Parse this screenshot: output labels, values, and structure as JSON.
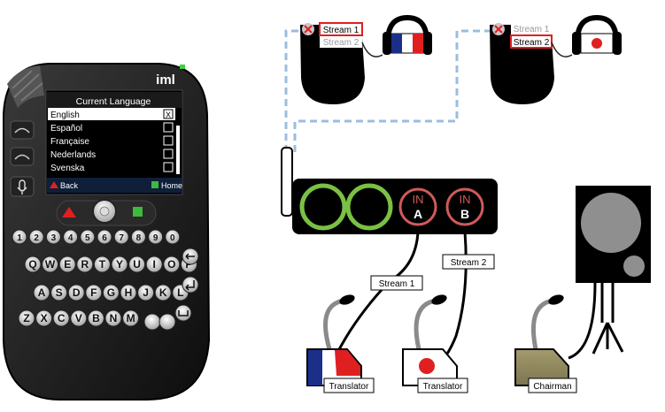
{
  "device": {
    "brand": "iml",
    "screen_title": "Current Language",
    "languages": [
      {
        "label": "English",
        "selected": true
      },
      {
        "label": "Español",
        "selected": false
      },
      {
        "label": "Française",
        "selected": false
      },
      {
        "label": "Nederlands",
        "selected": false
      },
      {
        "label": "Svenska",
        "selected": false
      }
    ],
    "checked_mark": "X",
    "softkeys": {
      "left": "Back",
      "right": "Home"
    },
    "keys": {
      "numbers": [
        "1",
        "2",
        "3",
        "4",
        "5",
        "6",
        "7",
        "8",
        "9",
        "0"
      ],
      "row1": [
        "Q",
        "W",
        "E",
        "R",
        "T",
        "Y",
        "U",
        "I",
        "O",
        "P"
      ],
      "row2": [
        "A",
        "S",
        "D",
        "F",
        "G",
        "H",
        "J",
        "K",
        "L"
      ],
      "row3": [
        "Z",
        "X",
        "C",
        "V",
        "B",
        "N",
        "M"
      ]
    }
  },
  "receivers": {
    "left": {
      "stream1": "Stream 1",
      "stream2": "Stream 2",
      "active": "stream1",
      "flag": "france-flag-icon"
    },
    "right": {
      "stream1": "Stream 1",
      "stream2": "Stream 2",
      "active": "stream2",
      "flag": "japan-flag-icon"
    }
  },
  "transmitter": {
    "input_a": {
      "top": "IN",
      "bottom": "A"
    },
    "input_b": {
      "top": "IN",
      "bottom": "B"
    }
  },
  "cables": {
    "stream1": "Stream 1",
    "stream2": "Stream 2"
  },
  "stations": {
    "translator_fr": "Translator",
    "translator_jp": "Translator",
    "chairman": "Chairman"
  },
  "colors": {
    "accent_red": "#e02020",
    "green_ring": "#7ac143",
    "input_ring": "#d05a5a",
    "dashed_link": "#9bbde0",
    "dark": "#111111"
  }
}
